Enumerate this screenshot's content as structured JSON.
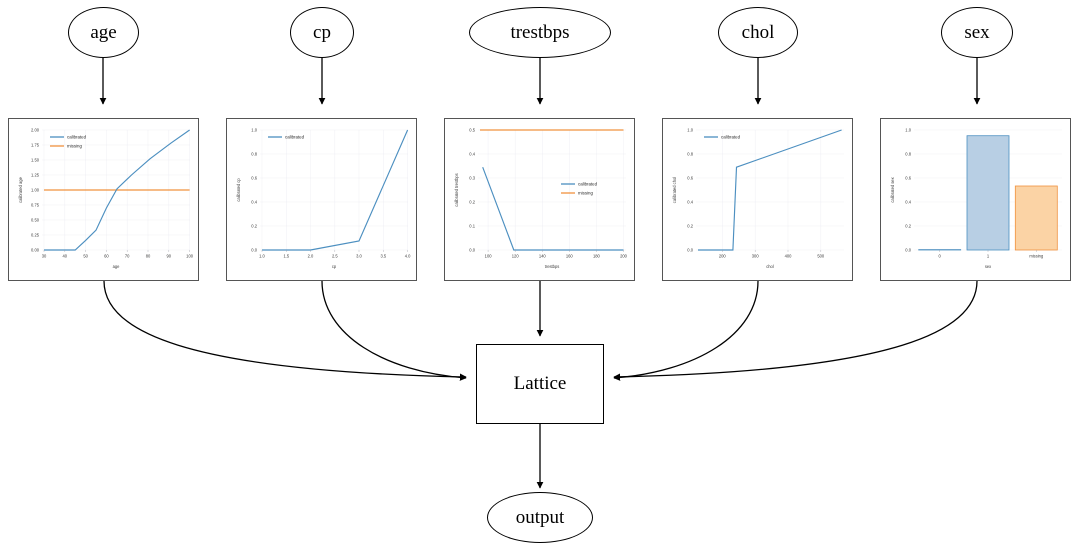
{
  "graph": {
    "inputs": [
      {
        "id": "age",
        "label": "age"
      },
      {
        "id": "cp",
        "label": "cp"
      },
      {
        "id": "trestbps",
        "label": "trestbps"
      },
      {
        "id": "chol",
        "label": "chol"
      },
      {
        "id": "sex",
        "label": "sex"
      }
    ],
    "lattice_label": "Lattice",
    "output_label": "output",
    "edge_color": "#000000"
  },
  "colors": {
    "calibrated_line": "#4c8fc0",
    "missing_line": "#f0923e",
    "bar_blue_fill": "#b8cfe4",
    "bar_blue_edge": "#4c8fc0",
    "bar_orange_fill": "#fbd3a5",
    "bar_orange_edge": "#f0923e",
    "grid": "#eaeaf0",
    "panel_border": "#555555",
    "tick_text": "#3b3b3b"
  },
  "chart_data": [
    {
      "id": "age",
      "type": "line",
      "title": "",
      "xlabel": "age",
      "ylabel": "calibrated age",
      "xlim": [
        29,
        101
      ],
      "ylim": [
        -0.06,
        2.06
      ],
      "xticks": [
        30,
        40,
        50,
        60,
        70,
        80,
        90,
        100
      ],
      "yticks": [
        0.0,
        0.25,
        0.5,
        0.75,
        1.0,
        1.25,
        1.5,
        1.75,
        2.0
      ],
      "ytick_labels": [
        "0.00",
        "0.25",
        "0.50",
        "0.75",
        "1.00",
        "1.25",
        "1.50",
        "1.75",
        "2.00"
      ],
      "grid": true,
      "legend_position": "upper left",
      "series": [
        {
          "name": "calibrated",
          "color": "#4c8fc0",
          "x": [
            29,
            44,
            49,
            54,
            59,
            64,
            71,
            80,
            90,
            101
          ],
          "y": [
            0.0,
            0.0,
            0.16,
            0.33,
            0.7,
            1.02,
            1.25,
            1.52,
            1.78,
            2.0
          ]
        },
        {
          "name": "missing",
          "color": "#f0923e",
          "x": [
            29,
            101
          ],
          "y": [
            1.0,
            1.0
          ]
        }
      ]
    },
    {
      "id": "cp",
      "type": "line",
      "title": "",
      "xlabel": "cp",
      "ylabel": "calibrated cp",
      "xlim": [
        0.93,
        4.07
      ],
      "ylim": [
        -0.05,
        1.05
      ],
      "xticks": [
        1.0,
        1.5,
        2.0,
        2.5,
        3.0,
        3.5,
        4.0
      ],
      "xtick_labels": [
        "1.0",
        "1.5",
        "2.0",
        "2.5",
        "3.0",
        "3.5",
        "4.0"
      ],
      "yticks": [
        0.0,
        0.2,
        0.4,
        0.6,
        0.8,
        1.0
      ],
      "ytick_labels": [
        "0.0",
        "0.2",
        "0.4",
        "0.6",
        "0.8",
        "1.0"
      ],
      "grid": true,
      "legend_position": "upper left",
      "series": [
        {
          "name": "calibrated",
          "color": "#4c8fc0",
          "x": [
            1.0,
            2.0,
            3.0,
            4.0
          ],
          "y": [
            0.0,
            0.0,
            0.075,
            1.0
          ]
        }
      ]
    },
    {
      "id": "trestbps",
      "type": "line",
      "title": "",
      "xlabel": "trestbps",
      "ylabel": "calibrated trestbps",
      "xlim": [
        92,
        202
      ],
      "ylim": [
        -0.015,
        0.515
      ],
      "xticks": [
        100,
        120,
        140,
        160,
        180,
        200
      ],
      "yticks": [
        0.0,
        0.1,
        0.2,
        0.3,
        0.4,
        0.5
      ],
      "ytick_labels": [
        "0.0",
        "0.1",
        "0.2",
        "0.3",
        "0.4",
        "0.5"
      ],
      "grid": true,
      "legend_position": "center right",
      "series": [
        {
          "name": "calibrated",
          "color": "#4c8fc0",
          "x": [
            94,
            117,
            200
          ],
          "y": [
            0.345,
            0.0,
            0.0
          ]
        },
        {
          "name": "missing",
          "color": "#f0923e",
          "x": [
            94,
            200
          ],
          "y": [
            0.5,
            0.5
          ]
        }
      ]
    },
    {
      "id": "chol",
      "type": "line",
      "title": "",
      "xlabel": "chol",
      "ylabel": "calibrated chol",
      "xlim": [
        120,
        570
      ],
      "ylim": [
        -0.05,
        1.05
      ],
      "xticks": [
        200,
        300,
        400,
        500
      ],
      "yticks": [
        0.0,
        0.2,
        0.4,
        0.6,
        0.8,
        1.0
      ],
      "ytick_labels": [
        "0.0",
        "0.2",
        "0.4",
        "0.6",
        "0.8",
        "1.0"
      ],
      "grid": true,
      "legend_position": "upper left",
      "series": [
        {
          "name": "calibrated",
          "color": "#4c8fc0",
          "x": [
            126,
            232,
            243,
            564
          ],
          "y": [
            0.0,
            0.0,
            0.69,
            1.0
          ]
        }
      ]
    },
    {
      "id": "sex",
      "type": "bar",
      "title": "",
      "xlabel": "sex",
      "ylabel": "calibrated sex",
      "categories": [
        "0",
        "1",
        "missing"
      ],
      "values": [
        0.0,
        1.0,
        0.56
      ],
      "bar_colors": [
        "#b8cfe4",
        "#b8cfe4",
        "#fbd3a5"
      ],
      "bar_edge_colors": [
        "#4c8fc0",
        "#4c8fc0",
        "#f0923e"
      ],
      "ylim": [
        0.0,
        1.05
      ],
      "yticks": [
        0.0,
        0.2,
        0.4,
        0.6,
        0.8,
        1.0
      ],
      "ytick_labels": [
        "0.0",
        "0.2",
        "0.4",
        "0.6",
        "0.8",
        "1.0"
      ],
      "grid": true,
      "legend_position": "none"
    }
  ]
}
